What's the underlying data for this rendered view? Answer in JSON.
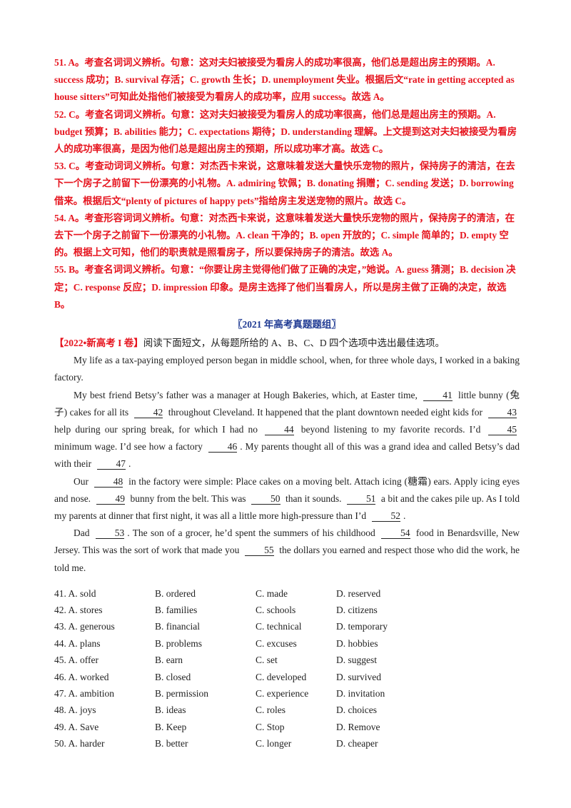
{
  "answers": [
    "51. A。考查名词词义辨析。句意：这对夫妇被接受为看房人的成功率很高，他们总是超出房主的预期。A. success 成功；B. survival 存活；C. growth 生长；D. unemployment 失业。根据后文“rate in getting accepted as house sitters”可知此处指他们被接受为看房人的成功率，应用 success。故选 A。",
    "52. C。考查名词词义辨析。句意：这对夫妇被接受为看房人的成功率很高，他们总是超出房主的预期。A. budget 预算；B. abilities 能力；C. expectations 期待；D. understanding 理解。上文提到这对夫妇被接受为看房人的成功率很高，是因为他们总是超出房主的预期，所以成功率才高。故选 C。",
    "53. C。考查动词词义辨析。句意：对杰西卡来说，这意味着发送大量快乐宠物的照片，保持房子的清洁，在去下一个房子之前留下一份漂亮的小礼物。A. admiring 钦佩；B. donating 捐赠；C. sending 发送；D. borrowing 借来。根据后文“plenty of pictures of happy pets”指给房主发送宠物的照片。故选 C。",
    "54. A。考查形容词词义辨析。句意：对杰西卡来说，这意味着发送大量快乐宠物的照片，保持房子的清洁，在去下一个房子之前留下一份漂亮的小礼物。A. clean 干净的；B. open 开放的；C. simple 简单的；D. empty 空的。根据上文可知，他们的职责就是照看房子，所以要保持房子的清洁。故选 A。",
    "55. B。考查名词词义辨析。句意：“你要让房主觉得他们做了正确的决定，”她说。A. guess 猜测；B. decision 决定；C. response 反应；D. impression 印象。是房主选择了他们当看房人，所以是房主做了正确的决定，故选 B。"
  ],
  "section_title": "〖2021 年高考真题题组〗",
  "source_tag": "【2022•新高考 I 卷】",
  "instructions": "阅读下面短文，从每题所给的 A、B、C、D 四个选项中选出最佳选项。",
  "passage": {
    "p1": "My life as a tax-paying employed person began in middle school, when,  for three whole days, I worked in a baking factory.",
    "p2": {
      "t0": "My best friend Betsy’s father was a manager at Hough Bakeries,  which, at Easter time,",
      "b41": "41",
      "t1": "little bunny (兔子) cakes for all its",
      "b42": "42",
      "t2": "throughout Cleveland. It happened that the  plant downtown needed eight kids for",
      "b43": "43",
      "t3": "help during our spring break, for which I had  no",
      "b44": "44",
      "t4": "beyond listening to my favorite records. I’d",
      "b45": "45",
      "t5": "minimum wage. I’d see how a factory",
      "b46": "46",
      "t6": ". My parents thought all of this was a grand idea and called Betsy’s dad with their",
      "b47": "47",
      "t7": "."
    },
    "p3": {
      "t0": "Our",
      "b48": "48",
      "t1": "in the factory were simple: Place cakes on a moving belt. Attach icing (糖霜) ears. Apply icing eyes and  nose.",
      "b49": "49",
      "t2": "bunny from the belt. This was",
      "b50": "50",
      "t3": "than it  sounds.",
      "b51": "51",
      "t4": "a bit and the cakes pile up. As I told my parents at dinner that first night, it was all a little more high-pressure than I’d",
      "b52": "52",
      "t5": "."
    },
    "p4": {
      "t0": "Dad",
      "b53": "53",
      "t1": ". The son of a grocer, he’d spent the summers of his childhood",
      "b54": "54",
      "t2": "food in Benardsville, New Jersey.  This was the sort of work that made you",
      "b55": "55",
      "t3": "the dollars you earned and respect those who did the  work, he told me."
    }
  },
  "options": [
    [
      "41. A. sold",
      "B. ordered",
      "C. made",
      "D. reserved"
    ],
    [
      "42. A. stores",
      "B. families",
      "C. schools",
      "D. citizens"
    ],
    [
      "43. A. generous",
      "B. financial",
      "C. technical",
      "D. temporary"
    ],
    [
      "44. A. plans",
      "B. problems",
      "C. excuses",
      "D. hobbies"
    ],
    [
      "45. A. offer",
      "B. earn",
      "C. set",
      "D. suggest"
    ],
    [
      "46. A. worked",
      "B. closed",
      "C. developed",
      "D. survived"
    ],
    [
      "47. A. ambition",
      "B. permission",
      "C. experience",
      "D. invitation"
    ],
    [
      "48. A. joys",
      "B. ideas",
      "C. roles",
      "D. choices"
    ],
    [
      "49. A. Save",
      "B. Keep",
      "C. Stop",
      "D. Remove"
    ],
    [
      "50. A. harder",
      "B. better",
      "C. longer",
      "D. cheaper"
    ]
  ]
}
